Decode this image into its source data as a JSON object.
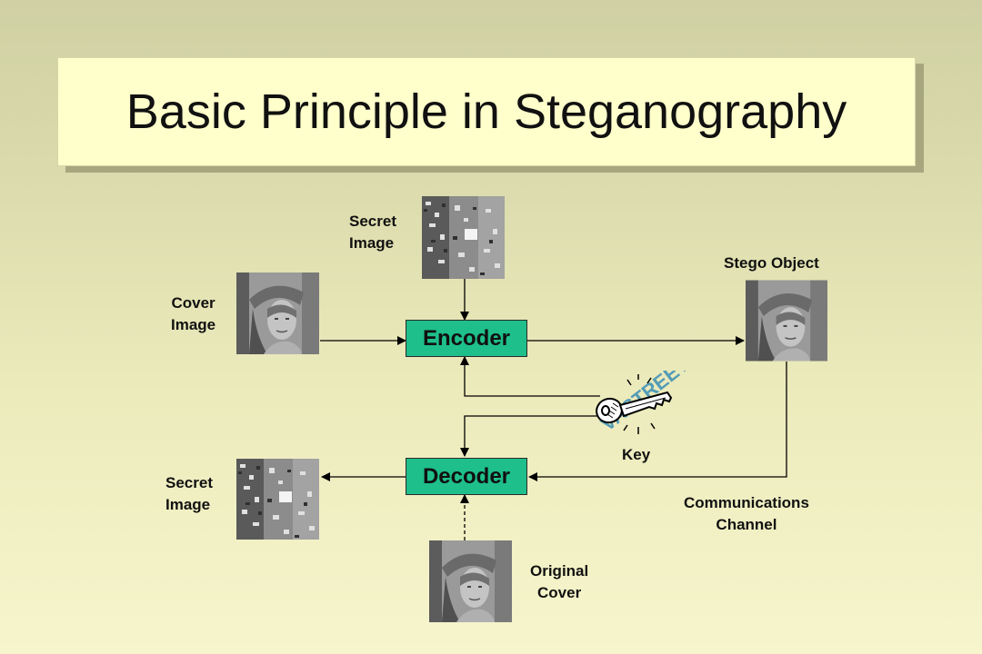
{
  "title": "Basic Principle in Steganography",
  "boxes": {
    "encoder": "Encoder",
    "decoder": "Decoder"
  },
  "labels": {
    "secret_image_top": [
      "Secret",
      "Image"
    ],
    "cover_image": [
      "Cover",
      "Image"
    ],
    "stego_object": "Stego Object",
    "secret_image_bottom": [
      "Secret",
      "Image"
    ],
    "key": "Key",
    "communications_channel": [
      "Communications",
      "Channel"
    ],
    "original_cover": [
      "Original",
      "Cover"
    ]
  },
  "key_stamp_text": "VASTREET",
  "colors": {
    "box_fill": "#1ebf8a",
    "title_fill": "#ffffcc",
    "title_shadow": "#a7a77f",
    "key_stamp": "#3a8fb6"
  }
}
